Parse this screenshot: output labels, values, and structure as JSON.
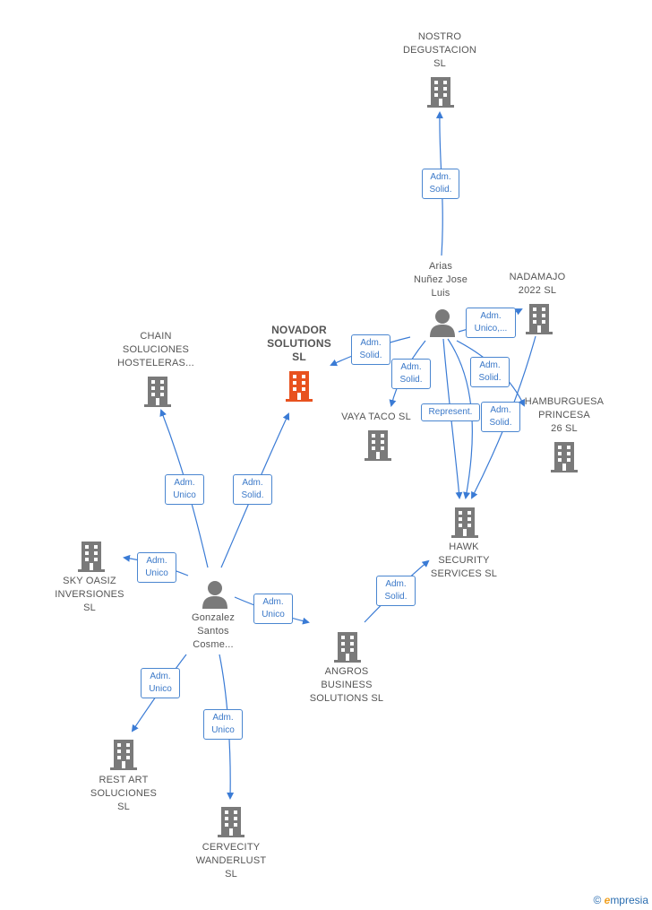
{
  "colors": {
    "edge": "#3a7bd5",
    "building": "#7a7a7a",
    "highlight": "#e8521f",
    "person": "#7a7a7a"
  },
  "nodes": {
    "nostro": "NOSTRO\nDEGUSTACION\nSL",
    "arias": "Arias\nNuñez Jose\nLuis",
    "nadamajo": "NADAMAJO\n2022  SL",
    "chain": "CHAIN\nSOLUCIONES\nHOSTELERAS...",
    "novador": "NOVADOR\nSOLUTIONS\nSL",
    "vaya": "VAYA TACO  SL",
    "hamburguesa": "HAMBURGUESA\nPRINCESA\n26  SL",
    "hawk": "HAWK\nSECURITY\nSERVICES  SL",
    "sky": "SKY OASIZ\nINVERSIONES\nSL",
    "gonzalez": "Gonzalez\nSantos\nCosme...",
    "angros": "ANGROS\nBUSINESS\nSOLUTIONS  SL",
    "restart": "REST ART\nSOLUCIONES\nSL",
    "cervecity": "CERVECITY\nWANDERLUST\nSL"
  },
  "badges": {
    "b1": "Adm.\nSolid.",
    "b2": "Adm.\nUnico,...",
    "b3": "Adm.\nSolid.",
    "b4": "Adm.\nSolid.",
    "b5": "Adm.\nSolid.",
    "b6": "Represent.",
    "b7": "Adm.\nSolid.",
    "b8": "Adm.\nUnico",
    "b9": "Adm.\nSolid.",
    "b10": "Adm.\nUnico",
    "b11": "Adm.\nUnico",
    "b12": "Adm.\nSolid.",
    "b13": "Adm.\nUnico",
    "b14": "Adm.\nUnico"
  },
  "footer": {
    "copyright": "©",
    "brand_e": "e",
    "brand_rest": "mpresia"
  }
}
